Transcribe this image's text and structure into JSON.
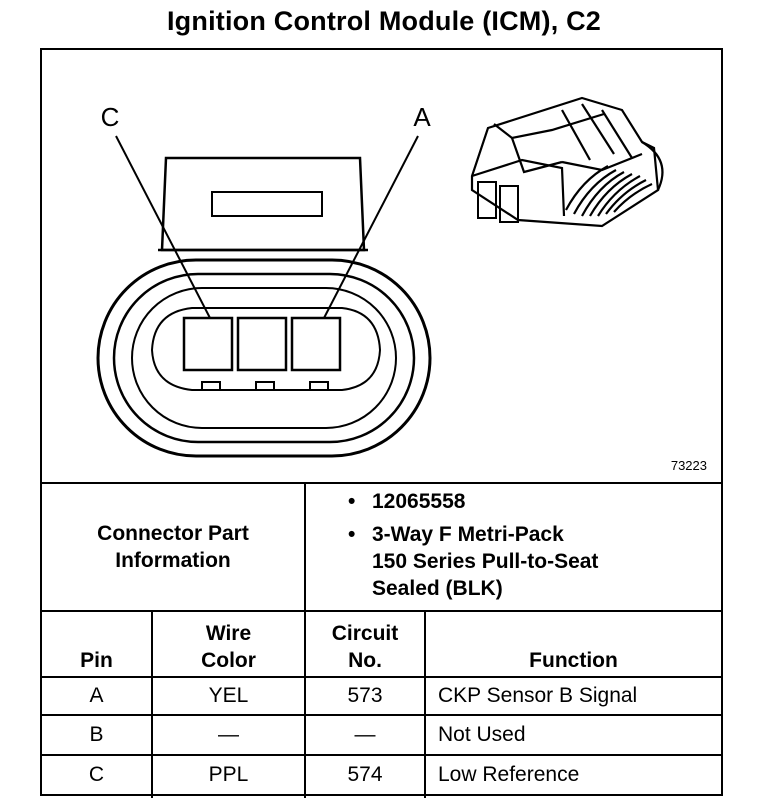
{
  "title": "Ignition Control Module (ICM), C2",
  "diagram": {
    "label_left": "C",
    "label_right": "A",
    "figure_number": "73223"
  },
  "connector_info": {
    "label": [
      "Connector Part",
      "Information"
    ],
    "part_number": "12065558",
    "description": [
      "3-Way F Metri-Pack",
      "150 Series Pull-to-Seat",
      "Sealed (BLK)"
    ]
  },
  "table": {
    "headers": {
      "pin": "Pin",
      "wire_color": [
        "Wire",
        "Color"
      ],
      "circuit": [
        "Circuit",
        "No."
      ],
      "function": "Function"
    },
    "rows": [
      {
        "pin": "A",
        "wire_color": "YEL",
        "circuit": "573",
        "function": "CKP Sensor B Signal"
      },
      {
        "pin": "B",
        "wire_color": "—",
        "circuit": "—",
        "function": "Not Used"
      },
      {
        "pin": "C",
        "wire_color": "PPL",
        "circuit": "574",
        "function": "Low Reference"
      }
    ]
  }
}
